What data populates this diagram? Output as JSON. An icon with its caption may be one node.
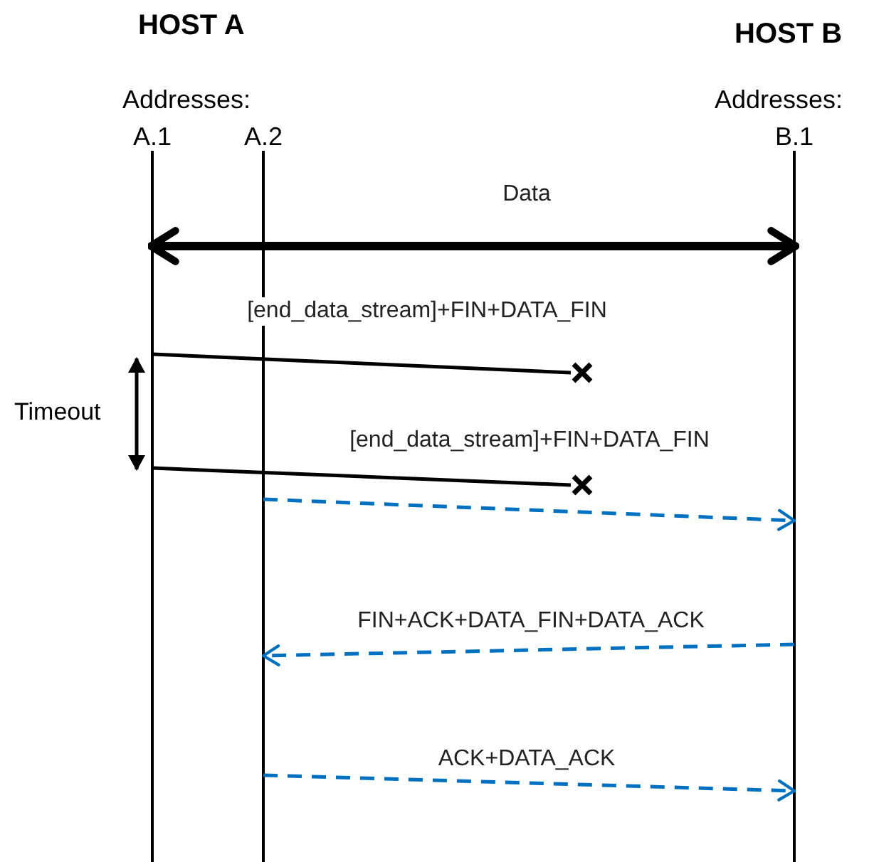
{
  "diagram": {
    "nodes": [
      {
        "text": [
          "A.1"
        ]
      },
      {
        "text": [
          "A.2"
        ]
      },
      {
        "text": [
          "B.1"
        ]
      },
      {
        "text": [],
        "shape": "cross"
      },
      {
        "text": [],
        "shape": "cross"
      }
    ],
    "edges": [
      {
        "from": 0,
        "to": 2,
        "arrow": "both",
        "label": "Data",
        "style": "thick"
      },
      {
        "from": 0,
        "to": 3,
        "arrow": "none",
        "label": "[end_data_stream]+FIN+DATA_FIN"
      },
      {
        "from": 0,
        "to": 4,
        "arrow": "none",
        "label": "[end_data_stream]+FIN+DATA_FIN"
      },
      {
        "from": 1,
        "to": 2,
        "arrow": "to",
        "style": "dashed",
        "color": "#0070c0"
      },
      {
        "from": 2,
        "to": 1,
        "arrow": "to",
        "label": "FIN+ACK+DATA_FIN+DATA_ACK",
        "style": "dashed",
        "color": "#0070c0"
      },
      {
        "from": 1,
        "to": 2,
        "arrow": "to",
        "label": "ACK+DATA_ACK",
        "style": "dashed",
        "color": "#0070c0"
      }
    ],
    "labels": [
      "HOST A",
      "HOST B",
      "Addresses:",
      "Addresses:",
      "Timeout"
    ]
  }
}
